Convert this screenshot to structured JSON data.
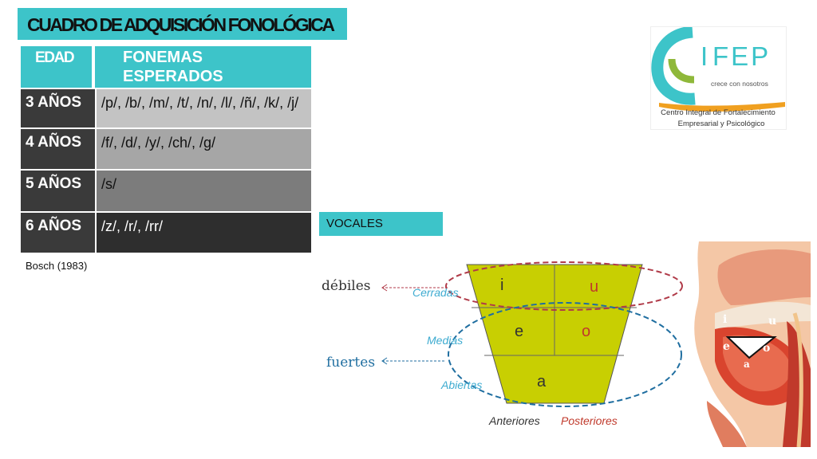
{
  "title": "CUADRO DE ADQUISICIÓN FONOLÓGICA",
  "table": {
    "header_age": "EDAD",
    "header_phonemes": "FONEMAS ESPERADOS",
    "rows": [
      {
        "age": "3 AÑOS",
        "phonemes": "/p/, /b/, /m/, /t/, /n/, /l/, /ñ/, /k/, /j/"
      },
      {
        "age": "4 AÑOS",
        "phonemes": "/f/, /d/, /y/, /ch/, /g/"
      },
      {
        "age": "5 AÑOS",
        "phonemes": "/s/"
      },
      {
        "age": "6 AÑOS",
        "phonemes": "/z/, /r/, /rr/"
      }
    ]
  },
  "source": "Bosch (1983)",
  "vocales_label": "VOCALES",
  "vowel_chart": {
    "debiles": "débiles",
    "fuertes": "fuertes",
    "cerradas": "Cerradas",
    "medias": "Medias",
    "abiertas": "Abiertas",
    "anteriores": "Anteriores",
    "posteriores": "Posteriores",
    "v_i": "i",
    "v_u": "u",
    "v_e": "e",
    "v_o": "o",
    "v_a": "a"
  },
  "logo": {
    "name": "IFEP",
    "tagline": "crece con nosotros",
    "line1": "Centro Integral de Fortalecimiento",
    "line2": "Empresarial y Psicológico"
  },
  "colors": {
    "accent": "#3dc4c9",
    "trapezoid": "#c8cf02",
    "red_dash": "#b03a48",
    "blue_dash": "#1f6ea0"
  }
}
